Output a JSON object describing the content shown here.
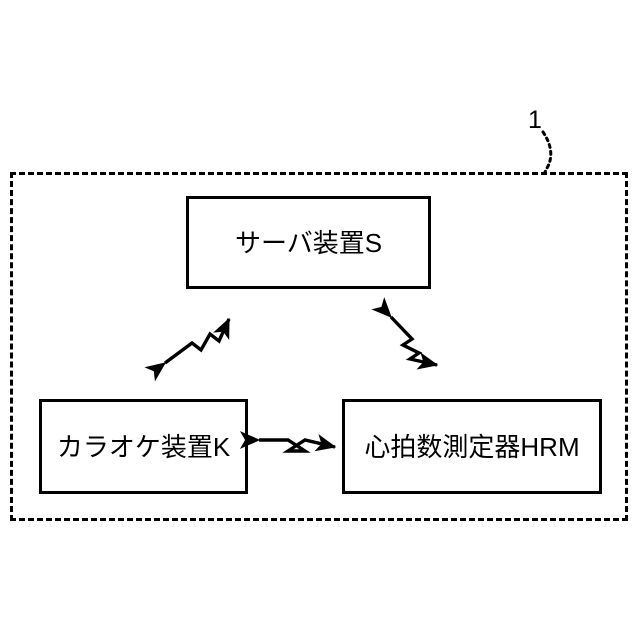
{
  "figure": {
    "reference_numeral": "1",
    "boundary": {
      "style": "dashed",
      "color": "#000000"
    },
    "background_color": "#ffffff",
    "line_color": "#000000"
  },
  "nodes": [
    {
      "id": "server",
      "label": "サーバ装置S",
      "position": "top-center"
    },
    {
      "id": "karaoke",
      "label": "カラオケ装置K",
      "position": "bottom-left"
    },
    {
      "id": "hrm",
      "label": "心拍数測定器HRM",
      "position": "bottom-right"
    }
  ],
  "connections": [
    {
      "id": "server-karaoke",
      "from": "karaoke",
      "to": "server",
      "arrow": "bidirectional",
      "link_type": "wireless-zigzag"
    },
    {
      "id": "server-hrm",
      "from": "server",
      "to": "hrm",
      "arrow": "bidirectional",
      "link_type": "wireless-zigzag"
    },
    {
      "id": "karaoke-hrm",
      "from": "karaoke",
      "to": "hrm",
      "arrow": "bidirectional",
      "link_type": "wireless-zigzag"
    }
  ]
}
